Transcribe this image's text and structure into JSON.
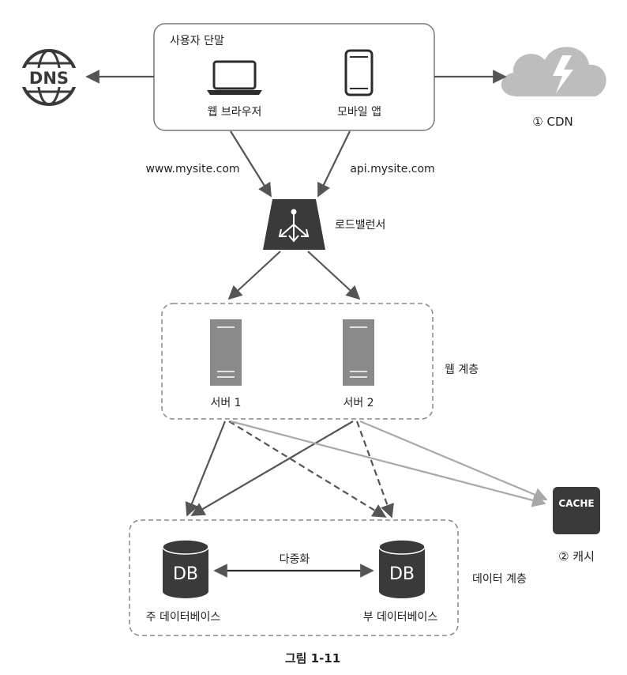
{
  "user_terminal": {
    "title": "사용자 단말",
    "web_browser": "웹 브라우저",
    "mobile_app": "모바일 앱"
  },
  "dns": {
    "label": "DNS"
  },
  "cdn": {
    "label": "① CDN"
  },
  "urls": {
    "web": "www.mysite.com",
    "api": "api.mysite.com"
  },
  "load_balancer": {
    "label": "로드밸런서"
  },
  "web_tier": {
    "label": "웹 계층",
    "server1": "서버 1",
    "server2": "서버 2"
  },
  "cache": {
    "icon_text": "CACHE",
    "label": "② 캐시"
  },
  "data_tier": {
    "label": "데이터 계층",
    "replication": "다중화",
    "master_db": "주 데이터베이스",
    "slave_db": "부 데이터베이스",
    "db_icon_text": "DB"
  },
  "caption": "그림 1-11",
  "colors": {
    "dark": "#3a3a3a",
    "arrow": "#555555",
    "cache_arrow": "#a8a8a8",
    "server": "#8a8a8a",
    "cloud": "#bdbdbd",
    "dashed_box": "#888888"
  }
}
